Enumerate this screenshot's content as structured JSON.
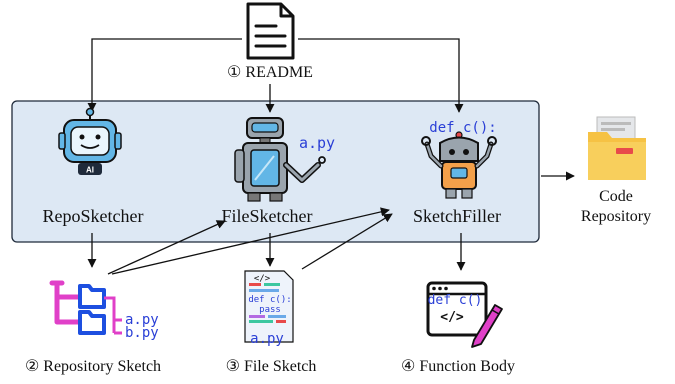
{
  "readme": {
    "step": "①",
    "label": "README"
  },
  "agents": {
    "repo_sketcher": "RepoSketcher",
    "file_sketcher": "FileSketcher",
    "sketch_filler": "SketchFiller"
  },
  "icons": {
    "readme": "document-icon",
    "repo_sketcher": "robot-head-icon",
    "file_sketcher": "robot-icon",
    "sketch_filler": "robot-icon",
    "code_repository": "folder-icon",
    "repository_sketch": "folder-tree-icon",
    "file_sketch": "code-file-icon",
    "function_body": "code-editor-icon"
  },
  "annotations": {
    "file_sketcher_file": "a.py",
    "sketch_filler_code": "def c():",
    "tree_file_a": "a.py",
    "tree_file_b": "b.py",
    "file_sketch_tag": "</>",
    "file_sketch_def": "def c():",
    "file_sketch_pass": "pass",
    "file_sketch_name": "a.py",
    "function_body_code": "def c()",
    "function_body_tag": "</>"
  },
  "output": {
    "line1": "Code",
    "line2": "Repository"
  },
  "outputs": {
    "repository_sketch": {
      "step": "②",
      "label": "Repository Sketch"
    },
    "file_sketch": {
      "step": "③",
      "label": "File Sketch"
    },
    "function_body": {
      "step": "④",
      "label": "Function Body"
    }
  },
  "colors": {
    "panel_fill": "#dde8f4",
    "panel_border": "#1f2a3a",
    "robot_blue": "#62b6e6",
    "robot_gray": "#9aa4ad",
    "tree_magenta": "#e040c8",
    "tree_blue": "#1d4fe0",
    "code_blue": "#2a3fd6",
    "folder_yellow": "#f6c244",
    "folder_red": "#e84a4a"
  }
}
